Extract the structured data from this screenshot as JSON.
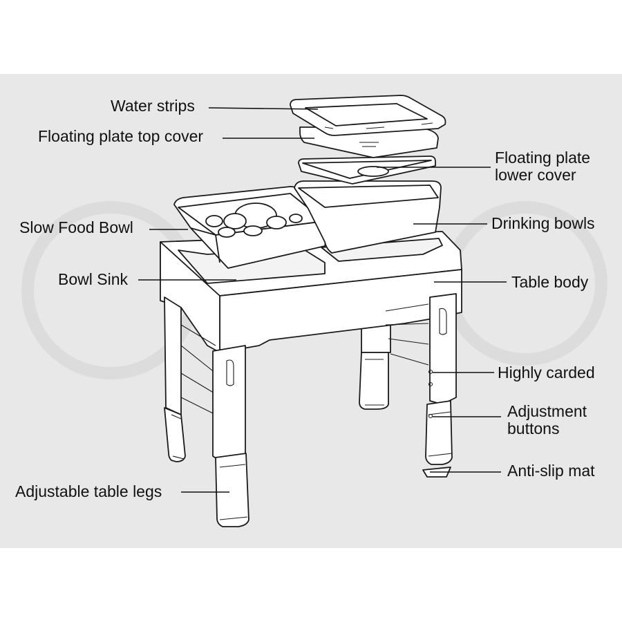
{
  "labels": {
    "water_strips": "Water strips",
    "floating_top": "Floating plate top cover",
    "floating_lower_1": "Floating plate",
    "floating_lower_2": "lower cover",
    "slow_food_bowl": "Slow Food Bowl",
    "drinking_bowls": "Drinking bowls",
    "bowl_sink": "Bowl Sink",
    "table_body": "Table body",
    "highly_carded": "Highly carded",
    "adjustment_1": "Adjustment",
    "adjustment_2": "buttons",
    "anti_slip_mat": "Anti-slip mat",
    "adjustable_legs": "Adjustable table legs"
  },
  "colors": {
    "panel": "#e8e8e8",
    "line": "#111111",
    "fill": "#ffffff"
  }
}
